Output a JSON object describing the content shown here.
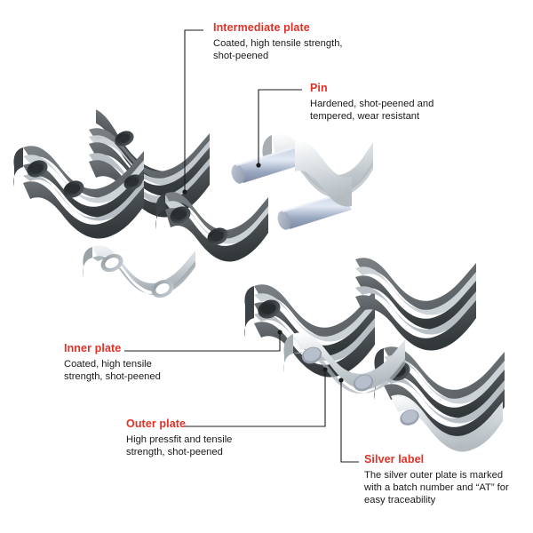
{
  "figure": {
    "kind": "exploded-isometric-technical-illustration",
    "subject": "multi-strand roller chain assembly",
    "background_color": "#ffffff",
    "accent_color": "#e03127",
    "body_text_color": "#1a1a1a",
    "leader_line_color": "#1c1c1c",
    "plate_dark_color": "#4a4f52",
    "plate_dark_shadow": "#2f3437",
    "plate_light_color": "#cfd4d8",
    "plate_silver_color": "#e4e8ea",
    "pin_color": "#aab6cc",
    "pin_highlight": "#dfe6f2"
  },
  "callouts": [
    {
      "id": "intermediate-plate",
      "title": "Intermediate plate",
      "lines": [
        "Coated, high tensile strength,",
        "shot-peened"
      ]
    },
    {
      "id": "pin",
      "title": "Pin",
      "lines": [
        "Hardened, shot-peened and",
        "tempered, wear resistant"
      ]
    },
    {
      "id": "inner-plate",
      "title": "Inner plate",
      "lines": [
        "Coated, high tensile",
        "strength, shot-peened"
      ]
    },
    {
      "id": "outer-plate",
      "title": "Outer plate",
      "lines": [
        "High pressfit and tensile",
        "strength, shot-peened"
      ]
    },
    {
      "id": "silver-label",
      "title": "Silver label",
      "lines": [
        "The silver outer plate is marked",
        "with a batch number and “AT” for",
        "easy traceability"
      ]
    }
  ],
  "parts": [
    {
      "id": "upper-left-stack",
      "label": "stacked link plate assembly (upper left)"
    },
    {
      "id": "intermediate-link",
      "label": "intermediate plate link"
    },
    {
      "id": "inner-link",
      "label": "inner plate"
    },
    {
      "id": "pin-link",
      "label": "pin link with two pins"
    },
    {
      "id": "main-chain",
      "label": "assembled multi-strand chain (lower right)"
    }
  ]
}
